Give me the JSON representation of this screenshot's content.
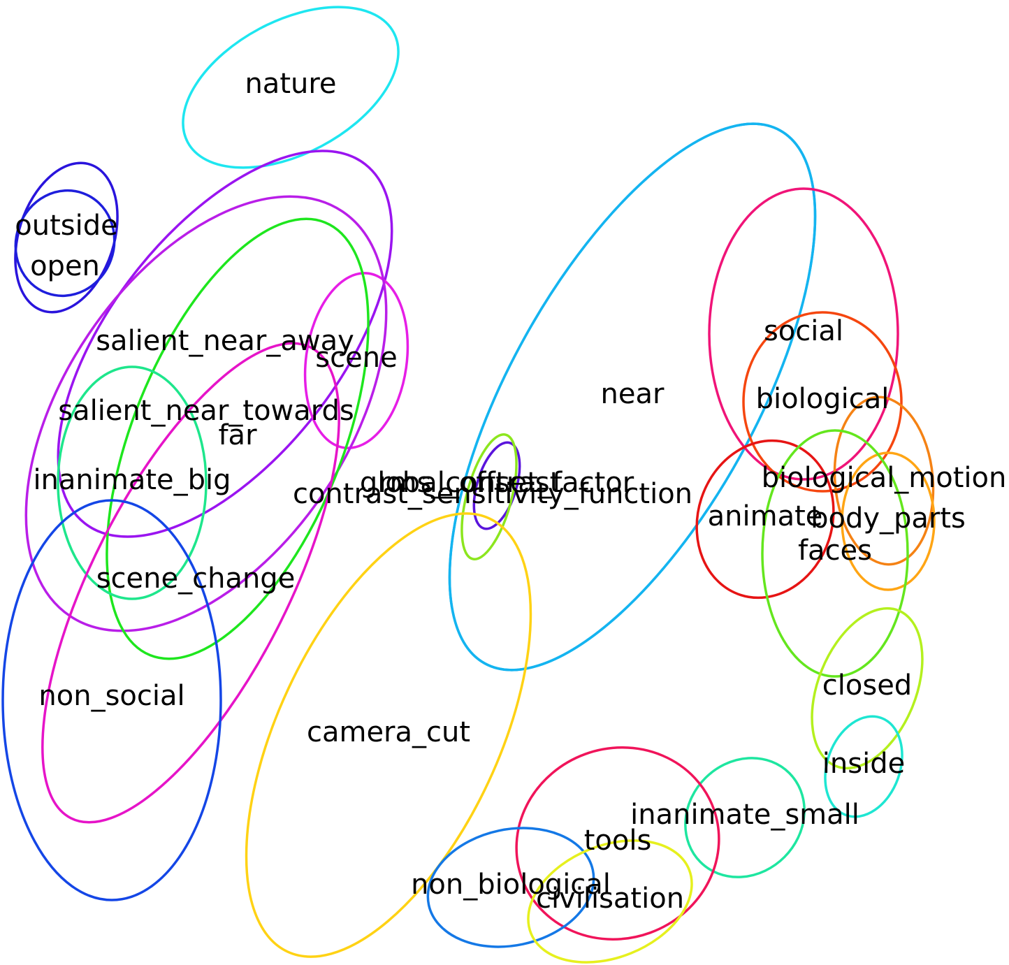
{
  "clusters": [
    {
      "id": "nature",
      "label": "nature",
      "color": "#1ee6f0"
    },
    {
      "id": "outside",
      "label": "outside",
      "color": "#2a14dc"
    },
    {
      "id": "open",
      "label": "open",
      "color": "#1e1edc"
    },
    {
      "id": "salient-near-away",
      "label": "salient_near_away",
      "color": "#9a14f0"
    },
    {
      "id": "scene",
      "label": "scene",
      "color": "#e61ee6"
    },
    {
      "id": "salient-near-towards",
      "label": "salient_near_towards",
      "color": "#b91ee8"
    },
    {
      "id": "far",
      "label": "far",
      "color": "#1ee61e"
    },
    {
      "id": "inanimate-big",
      "label": "inanimate_big",
      "color": "#1ee68c"
    },
    {
      "id": "scene-change",
      "label": "scene_change",
      "color": "#e614c8"
    },
    {
      "id": "non-social",
      "label": "non_social",
      "color": "#1446e6"
    },
    {
      "id": "global-offset-factor",
      "label": "global_offset_factor",
      "color": "#5a14dc"
    },
    {
      "id": "rms-contrast",
      "label": "rms_contrast",
      "color": "#8ce61e"
    },
    {
      "id": "contrast-sensitivity-function",
      "label": "contrast_sensitivity_function",
      "color": "#14b4f0"
    },
    {
      "id": "near",
      "label": "near",
      "color": "#14b4f0"
    },
    {
      "id": "camera-cut",
      "label": "camera_cut",
      "color": "#ffd214"
    },
    {
      "id": "social",
      "label": "social",
      "color": "#f01478"
    },
    {
      "id": "biological",
      "label": "biological",
      "color": "#f5460f"
    },
    {
      "id": "biological-motion",
      "label": "biological_motion",
      "color": "#f58214"
    },
    {
      "id": "animate",
      "label": "animate",
      "color": "#e61414"
    },
    {
      "id": "body-parts",
      "label": "body_parts",
      "color": "#ffa514"
    },
    {
      "id": "faces",
      "label": "faces",
      "color": "#64e61e"
    },
    {
      "id": "closed",
      "label": "closed",
      "color": "#b4f01e"
    },
    {
      "id": "inside",
      "label": "inside",
      "color": "#1ee6d2"
    },
    {
      "id": "inanimate-small",
      "label": "inanimate_small",
      "color": "#1ee6a0"
    },
    {
      "id": "tools",
      "label": "tools",
      "color": "#f0145a"
    },
    {
      "id": "non-biological",
      "label": "non_biological",
      "color": "#1478e6"
    },
    {
      "id": "civilisation",
      "label": "civilisation",
      "color": "#e6f01e"
    }
  ]
}
